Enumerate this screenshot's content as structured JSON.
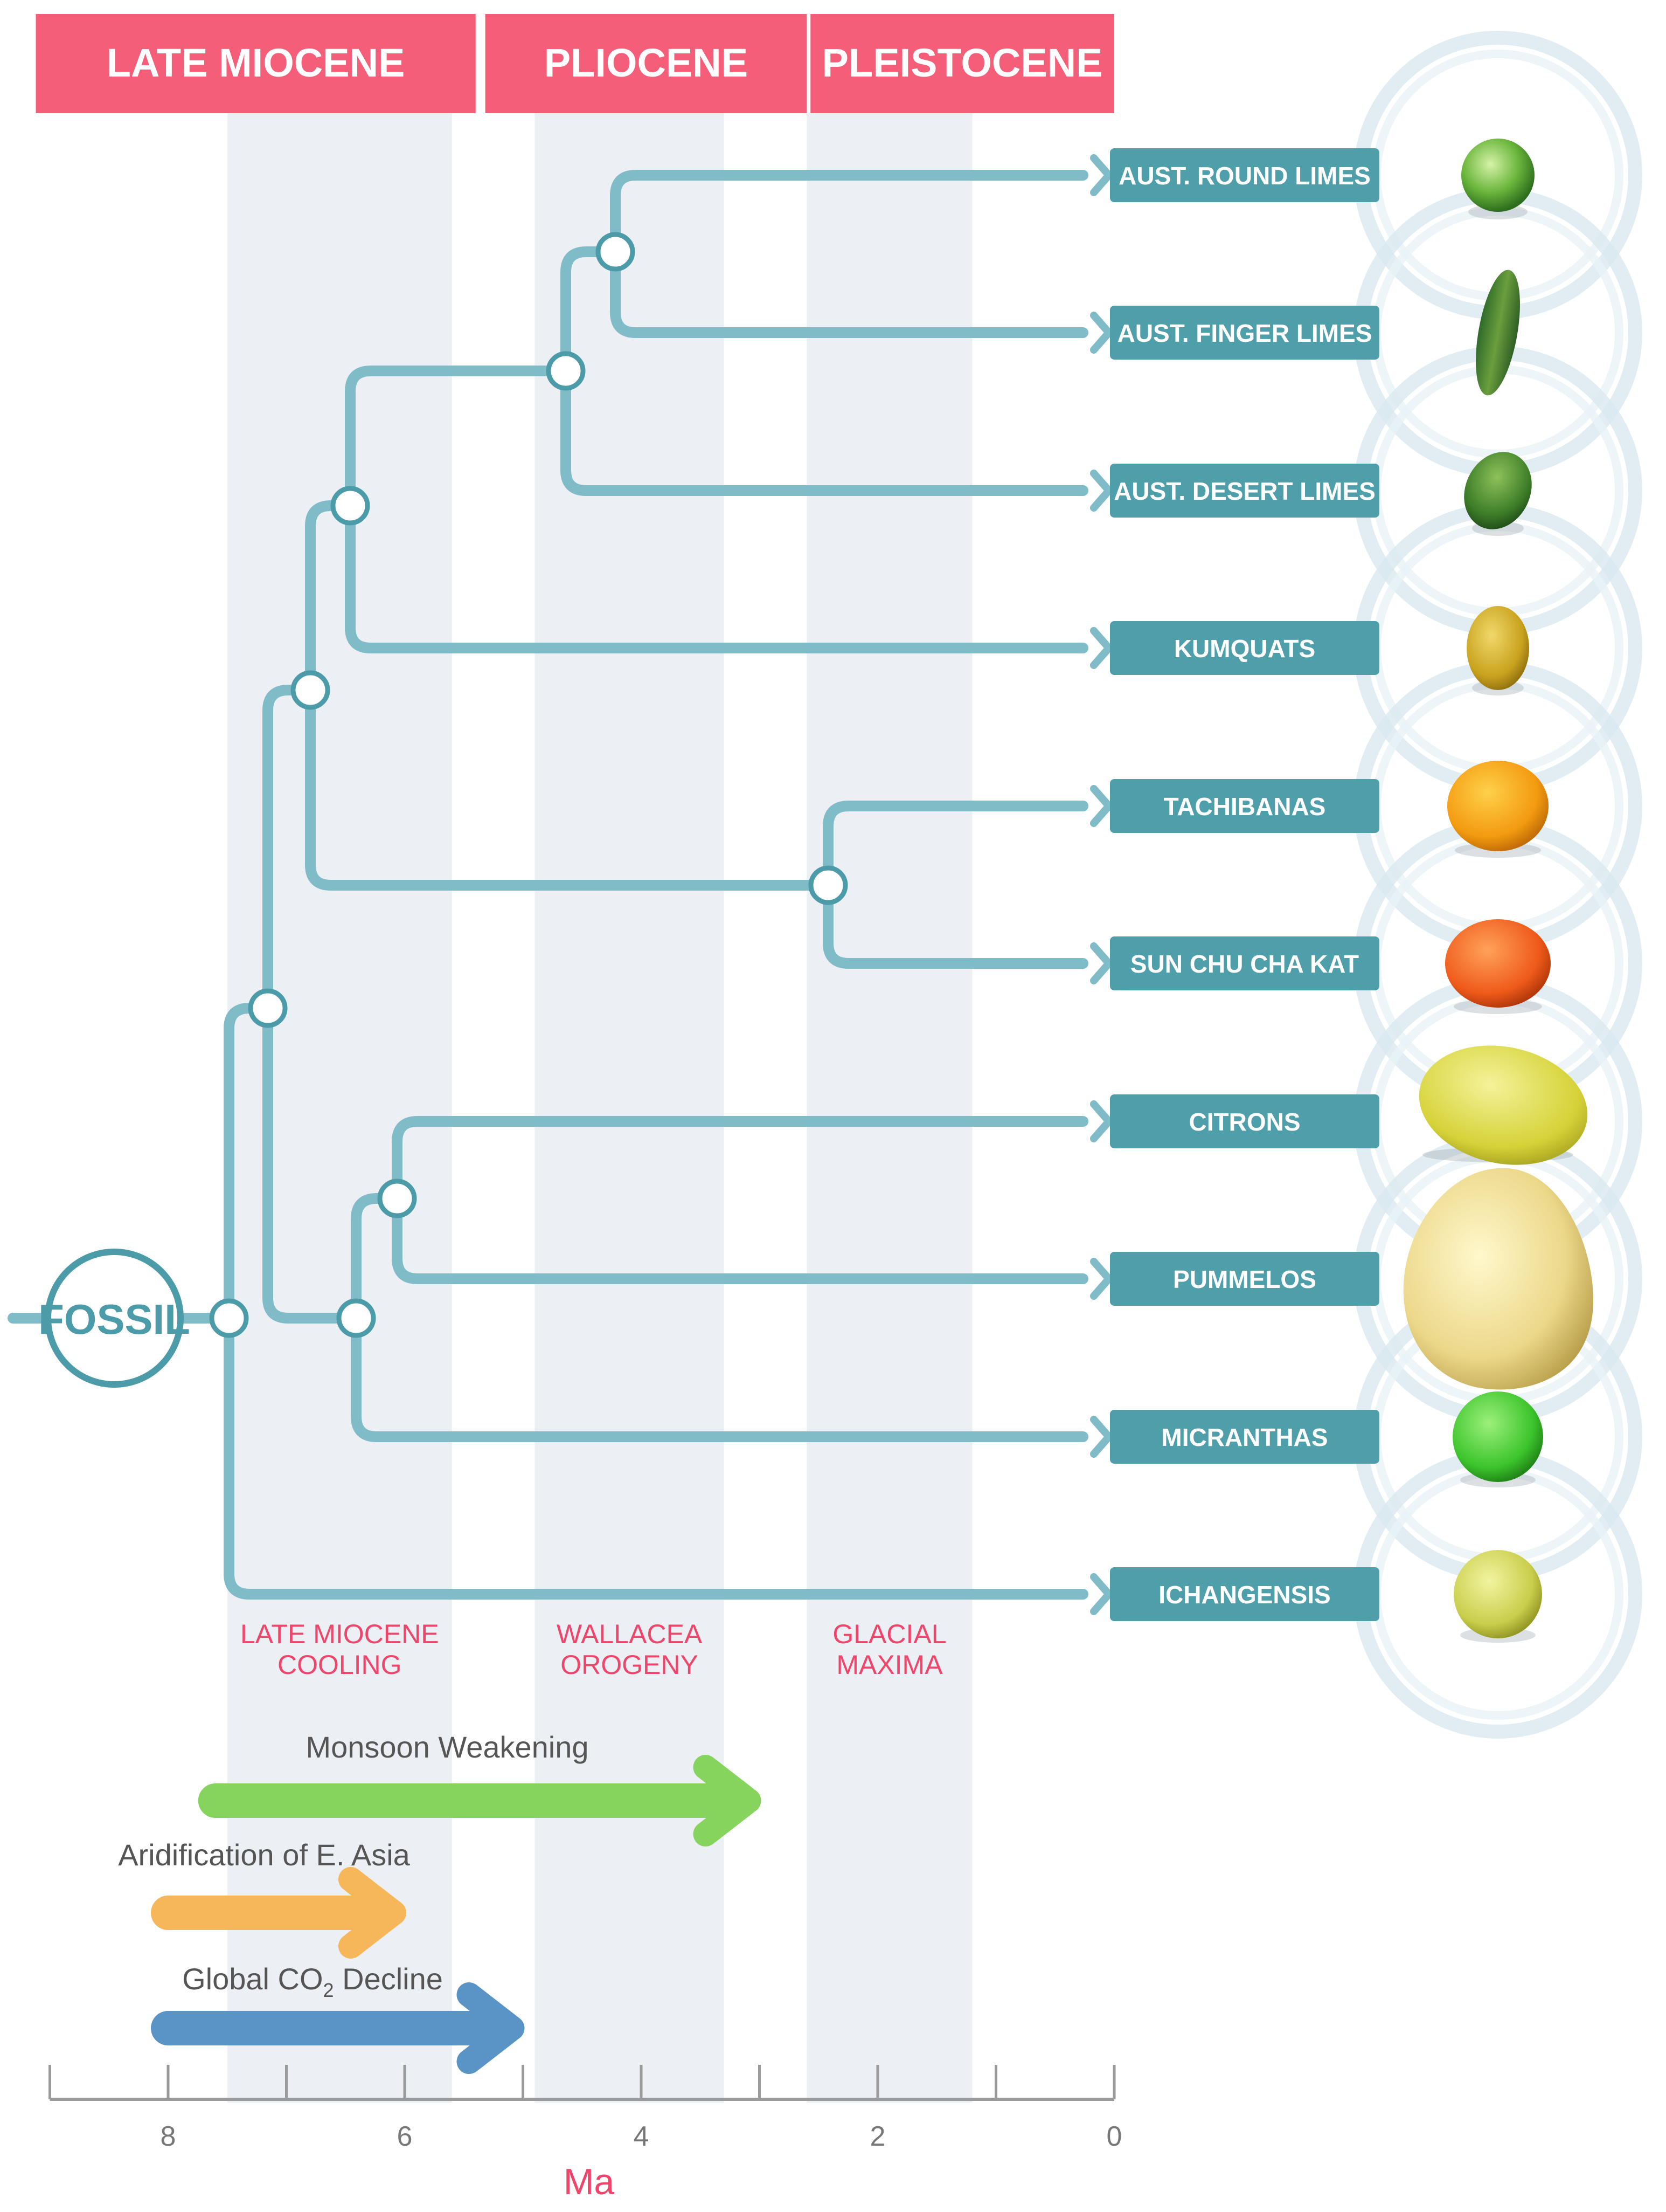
{
  "epochs": [
    {
      "label": "LATE MIOCENE",
      "start_ma": 9.0,
      "end_ma": 5.4
    },
    {
      "label": "PLIOCENE",
      "start_ma": 5.2,
      "end_ma": 2.6
    },
    {
      "label": "PLEISTOCENE",
      "start_ma": 2.45,
      "end_ma": 0.0
    }
  ],
  "shaded_periods": [
    {
      "start_ma": 7.5,
      "end_ma": 5.6
    },
    {
      "start_ma": 4.9,
      "end_ma": 3.3
    },
    {
      "start_ma": 2.6,
      "end_ma": 1.2
    }
  ],
  "events": [
    {
      "line1": "LATE MIOCENE",
      "line2": "COOLING"
    },
    {
      "line1": "WALLACEA",
      "line2": "OROGENY"
    },
    {
      "line1": "GLACIAL",
      "line2": "MAXIMA"
    }
  ],
  "fossil_label": "FOSSIL",
  "taxa": [
    {
      "label": "AUST. ROUND LIMES",
      "fruit": "round-lime"
    },
    {
      "label": "AUST. FINGER LIMES",
      "fruit": "finger-lime"
    },
    {
      "label": "AUST. DESERT LIMES",
      "fruit": "desert-lime"
    },
    {
      "label": "KUMQUATS",
      "fruit": "kumquat"
    },
    {
      "label": "TACHIBANAS",
      "fruit": "tachibana"
    },
    {
      "label": "SUN CHU CHA KAT",
      "fruit": "sun-chu-sha-kat"
    },
    {
      "label": "CITRONS",
      "fruit": "citron"
    },
    {
      "label": "PUMMELOS",
      "fruit": "pummelo"
    },
    {
      "label": "MICRANTHAS",
      "fruit": "micrantha"
    },
    {
      "label": "ICHANGENSIS",
      "fruit": "ichangensis"
    }
  ],
  "climate_trends": [
    {
      "label": "Monsoon Weakening",
      "start_ma": 7.6,
      "end_ma": 3.0,
      "color": "#86d45e"
    },
    {
      "label": "Aridification of E. Asia",
      "start_ma": 8.0,
      "end_ma": 6.0,
      "color": "#f6b75a"
    },
    {
      "label": "Global CO",
      "subscript": "2",
      "label_suffix": " Decline",
      "start_ma": 8.0,
      "end_ma": 5.0,
      "color": "#5a94c6"
    }
  ],
  "axis": {
    "unit_label": "Ma",
    "tick_labels": [
      "8",
      "6",
      "4",
      "2",
      "0"
    ]
  },
  "colors": {
    "epoch_header": "#f45e79",
    "tree_line": "#7fbcc7",
    "node_stroke": "#4c9ba9",
    "taxon_box": "#4f9fab",
    "event_text": "#f0456a",
    "shade": "#eceff3",
    "axis": "#9a9a9a"
  }
}
